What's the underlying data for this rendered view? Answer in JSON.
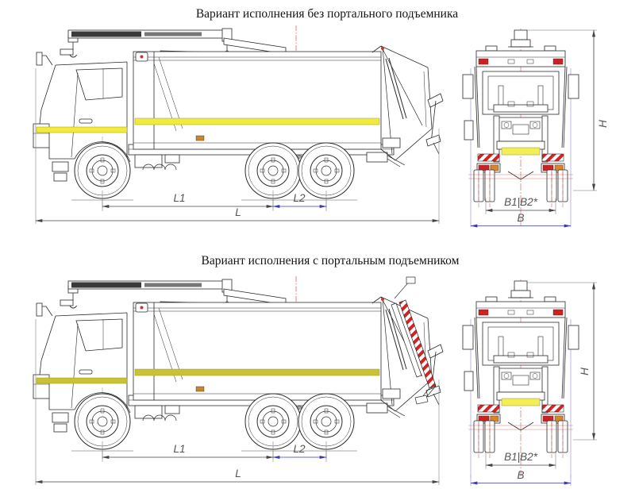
{
  "drawing": {
    "type": "technical-drawing",
    "subject": "garbage-truck-with-crane-manipulator, side view and rear view",
    "variants": [
      {
        "id": "variant1",
        "title": "Вариант исполнения без портального подъемника",
        "dimensions": {
          "l1": "L1",
          "l2": "L2",
          "l": "L",
          "b1b2": "B1|B2*",
          "b": "B",
          "h": "H"
        }
      },
      {
        "id": "variant2",
        "title": "Вариант исполнения с портальным подъемником",
        "dimensions": {
          "l1": "L1",
          "l2": "L2",
          "l": "L",
          "b1b2": "B1|B2*",
          "b": "B",
          "h": "H"
        }
      }
    ],
    "colors": {
      "stripe_variant1": "#f2ea3c",
      "stripe_variant2": "#c9c235",
      "rear_strip_yellow": "#f3ee52",
      "dimension_blue": "#3a3ab8",
      "centerline_red": "#cc3333",
      "lamp_red": "#cc2222",
      "lamp_orange": "#d7862a",
      "line_black": "#2b2b2b"
    }
  }
}
